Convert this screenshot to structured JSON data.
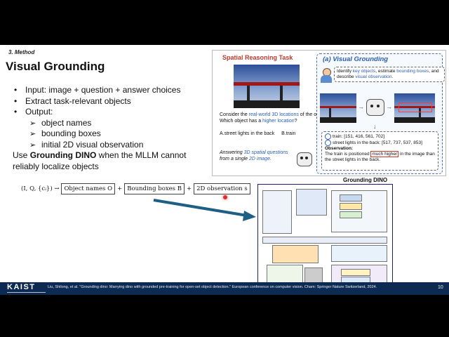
{
  "slide": {
    "section": "3. Method",
    "title": "Visual Grounding",
    "bullets": {
      "b1": "Input: image + question + answer choices",
      "b2": "Extract task-relevant objects",
      "b3": "Output:",
      "s1": "object names",
      "s2": "bounding boxes",
      "s3": "initial 2D visual observation"
    },
    "grounding": {
      "pre": "Use ",
      "bold": "Grounding DINO",
      "post": " when the MLLM cannot reliably localize objects"
    },
    "formula": {
      "input": "(I, Q, {cᵢ}) →",
      "box1": "Object names O",
      "plus1": "+",
      "box2": "Bounding boxes B",
      "plus2": "+",
      "box3": "2D observation s"
    }
  },
  "figure": {
    "task_title": "Spatial Reasoning Task",
    "question": {
      "p1": "Consider the ",
      "h1": "real-world 3D locations",
      "p2": " of the objects.  Which object has a ",
      "h2": "higher location",
      "p3": "?"
    },
    "choice_a": "A.street lights in the back",
    "choice_b": "B.train",
    "answer": {
      "p1": "Answering ",
      "h1": "3D spatial questions",
      "p2": " from a single ",
      "h2": "2D image",
      "p3": "."
    },
    "vg_title": "(a) Visual Grounding",
    "instruction": {
      "p1": "Identify ",
      "h1": "key objects",
      "p2": ", estimate ",
      "h2": "bounding boxes",
      "p3": ", and describe ",
      "h3": "visual observation",
      "p4": "."
    },
    "det1": "train: [151, 416, 561, 702]",
    "det2": "street lights in the back: [517, 737, 537, 853]",
    "obs_label": "Observation:",
    "obs": {
      "p1": "The train is positioned ",
      "hl": "much higher",
      "p2": " in the image than the street lights in the back."
    }
  },
  "gdino_title": "Grounding DINO",
  "footer": {
    "logo": "KAIST",
    "reference": "Liu, Shilong, et al. \"Grounding dino: Marrying dino with grounded pre-training for open-set object detection.\" European conference on computer vision. Cham: Springer Nature Switzerland, 2024.",
    "page": "10"
  }
}
